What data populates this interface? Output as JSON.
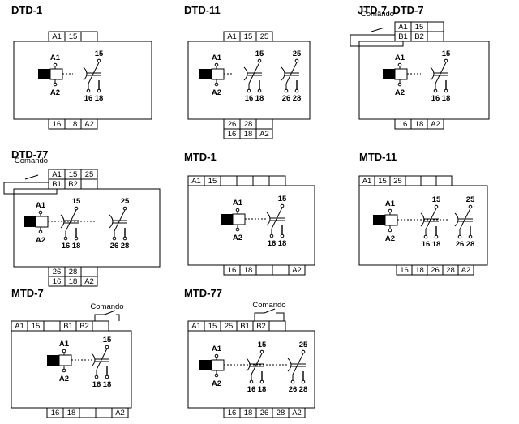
{
  "command_label": "Comando",
  "panels": [
    {
      "id": "dtd-1",
      "title": "DTD-1",
      "top_terminals": [
        [
          "A1",
          "15",
          ""
        ]
      ],
      "bottom_terminals": [
        [
          "16",
          "18",
          "A2"
        ]
      ],
      "contacts": [
        {
          "common": "15",
          "nc": "16",
          "no": "18"
        }
      ],
      "labels": {
        "coil_top": "A1",
        "coil_bottom": "A2"
      },
      "command": false
    },
    {
      "id": "dtd-11",
      "title": "DTD-11",
      "top_terminals": [
        [
          "A1",
          "15",
          "25"
        ]
      ],
      "bottom_terminals": [
        [
          "26",
          "28",
          ""
        ],
        [
          "16",
          "18",
          "A2"
        ]
      ],
      "contacts": [
        {
          "common": "15",
          "nc": "16",
          "no": "18"
        },
        {
          "common": "25",
          "nc": "26",
          "no": "28"
        }
      ],
      "labels": {
        "coil_top": "A1",
        "coil_bottom": "A2"
      },
      "command": false
    },
    {
      "id": "jtd-7",
      "title": "JTD-7, DTD-7",
      "top_terminals": [
        [
          "A1",
          "15",
          ""
        ],
        [
          "B1",
          "B2",
          ""
        ]
      ],
      "bottom_terminals": [
        [
          "16",
          "18",
          "A2"
        ]
      ],
      "contacts": [
        {
          "common": "15",
          "nc": "16",
          "no": "18"
        }
      ],
      "labels": {
        "coil_top": "A1",
        "coil_bottom": "A2"
      },
      "command": true
    },
    {
      "id": "dtd-77",
      "title": "DTD-77",
      "top_terminals": [
        [
          "A1",
          "15",
          "25"
        ],
        [
          "B1",
          "B2",
          ""
        ]
      ],
      "bottom_terminals": [
        [
          "26",
          "28",
          ""
        ],
        [
          "16",
          "18",
          "A2"
        ]
      ],
      "contacts": [
        {
          "common": "15",
          "nc": "16",
          "no": "18"
        },
        {
          "common": "25",
          "nc": "26",
          "no": "28"
        }
      ],
      "labels": {
        "coil_top": "A1",
        "coil_bottom": "A2"
      },
      "command": true
    },
    {
      "id": "mtd-1",
      "title": "MTD-1",
      "top_terminals": [
        [
          "A1",
          "15",
          "",
          "",
          "",
          ""
        ]
      ],
      "bottom_terminals": [
        [
          "16",
          "18",
          "",
          "",
          "A2"
        ]
      ],
      "contacts": [
        {
          "common": "15",
          "nc": "16",
          "no": "18"
        }
      ],
      "labels": {
        "coil_top": "A1",
        "coil_bottom": "A2"
      },
      "command": false
    },
    {
      "id": "mtd-11",
      "title": "MTD-11",
      "top_terminals": [
        [
          "A1",
          "15",
          "25",
          "",
          "",
          ""
        ]
      ],
      "bottom_terminals": [
        [
          "16",
          "18",
          "26",
          "28",
          "A2"
        ]
      ],
      "contacts": [
        {
          "common": "15",
          "nc": "16",
          "no": "18"
        },
        {
          "common": "25",
          "nc": "26",
          "no": "28"
        }
      ],
      "labels": {
        "coil_top": "A1",
        "coil_bottom": "A2"
      },
      "command": false
    },
    {
      "id": "mtd-7",
      "title": "MTD-7",
      "top_terminals": [
        [
          "A1",
          "15",
          "",
          "B1",
          "B2",
          ""
        ]
      ],
      "bottom_terminals": [
        [
          "16",
          "18",
          "",
          "",
          "A2"
        ]
      ],
      "contacts": [
        {
          "common": "15",
          "nc": "16",
          "no": "18"
        }
      ],
      "labels": {
        "coil_top": "A1",
        "coil_bottom": "A2"
      },
      "command": true
    },
    {
      "id": "mtd-77",
      "title": "MTD-77",
      "top_terminals": [
        [
          "A1",
          "15",
          "25",
          "B1",
          "B2",
          ""
        ]
      ],
      "bottom_terminals": [
        [
          "16",
          "18",
          "26",
          "28",
          "A2"
        ]
      ],
      "contacts": [
        {
          "common": "15",
          "nc": "16",
          "no": "18"
        },
        {
          "common": "25",
          "nc": "26",
          "no": "28"
        }
      ],
      "labels": {
        "coil_top": "A1",
        "coil_bottom": "A2"
      },
      "command": true
    }
  ]
}
